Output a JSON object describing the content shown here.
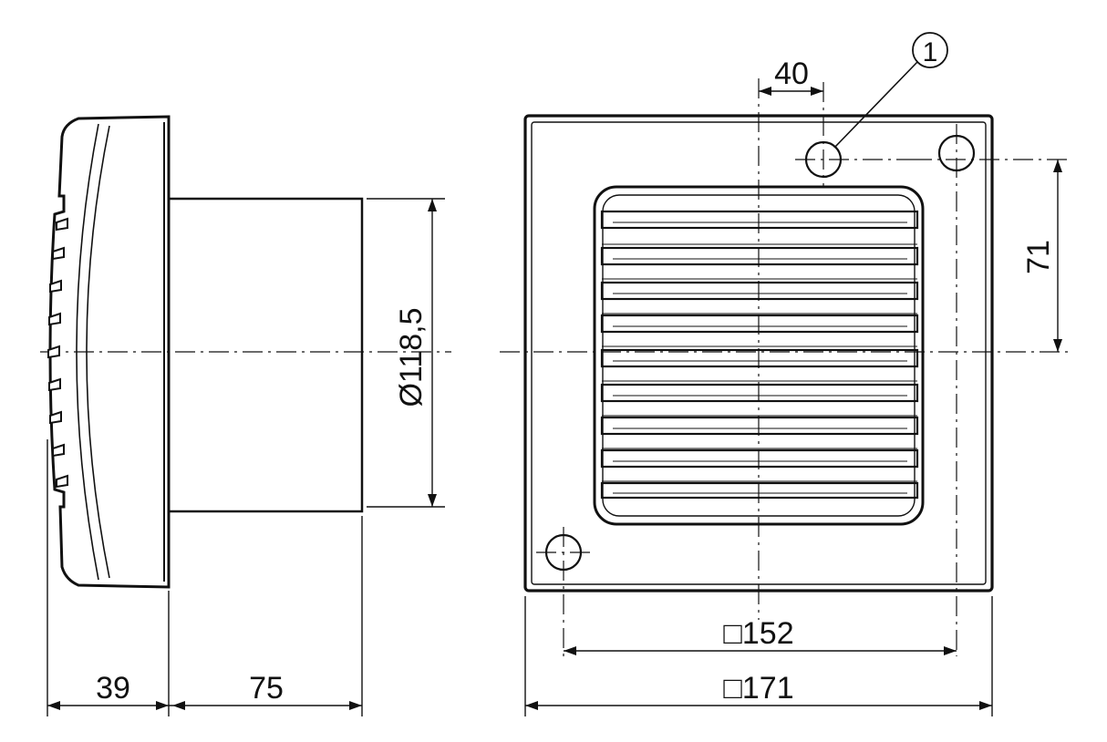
{
  "dimensions": {
    "side_depth_front": "39",
    "side_depth_tube": "75",
    "tube_diameter": "Ø118,5",
    "front_width_outer": "□171",
    "front_hole_spacing": "□152",
    "offset_horizontal": "40",
    "offset_vertical": "71"
  },
  "callouts": {
    "item_1": "1"
  },
  "colors": {
    "line": "#111111",
    "background": "#ffffff"
  }
}
